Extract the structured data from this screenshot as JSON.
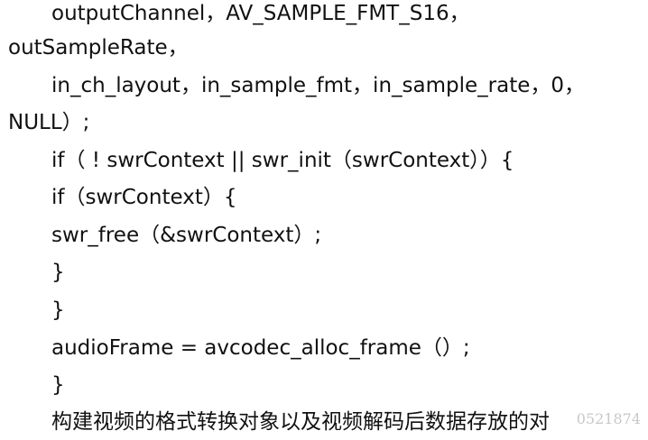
{
  "document": {
    "lines": [
      "outputChannel，AV_SAMPLE_FMT_S16，",
      "outSampleRate，",
      "in_ch_layout，in_sample_fmt，in_sample_rate，0，",
      "NULL）;",
      "if（ ! swrContext || swr_init（swrContext））{",
      "if（swrContext）{",
      "swr_free（&swrContext）;",
      "}",
      "}",
      "audioFrame = avcodec_alloc_frame（）;",
      "}",
      "构建视频的格式转换对象以及视频解码后数据存放的对"
    ]
  },
  "watermark": {
    "text": "0521874"
  }
}
